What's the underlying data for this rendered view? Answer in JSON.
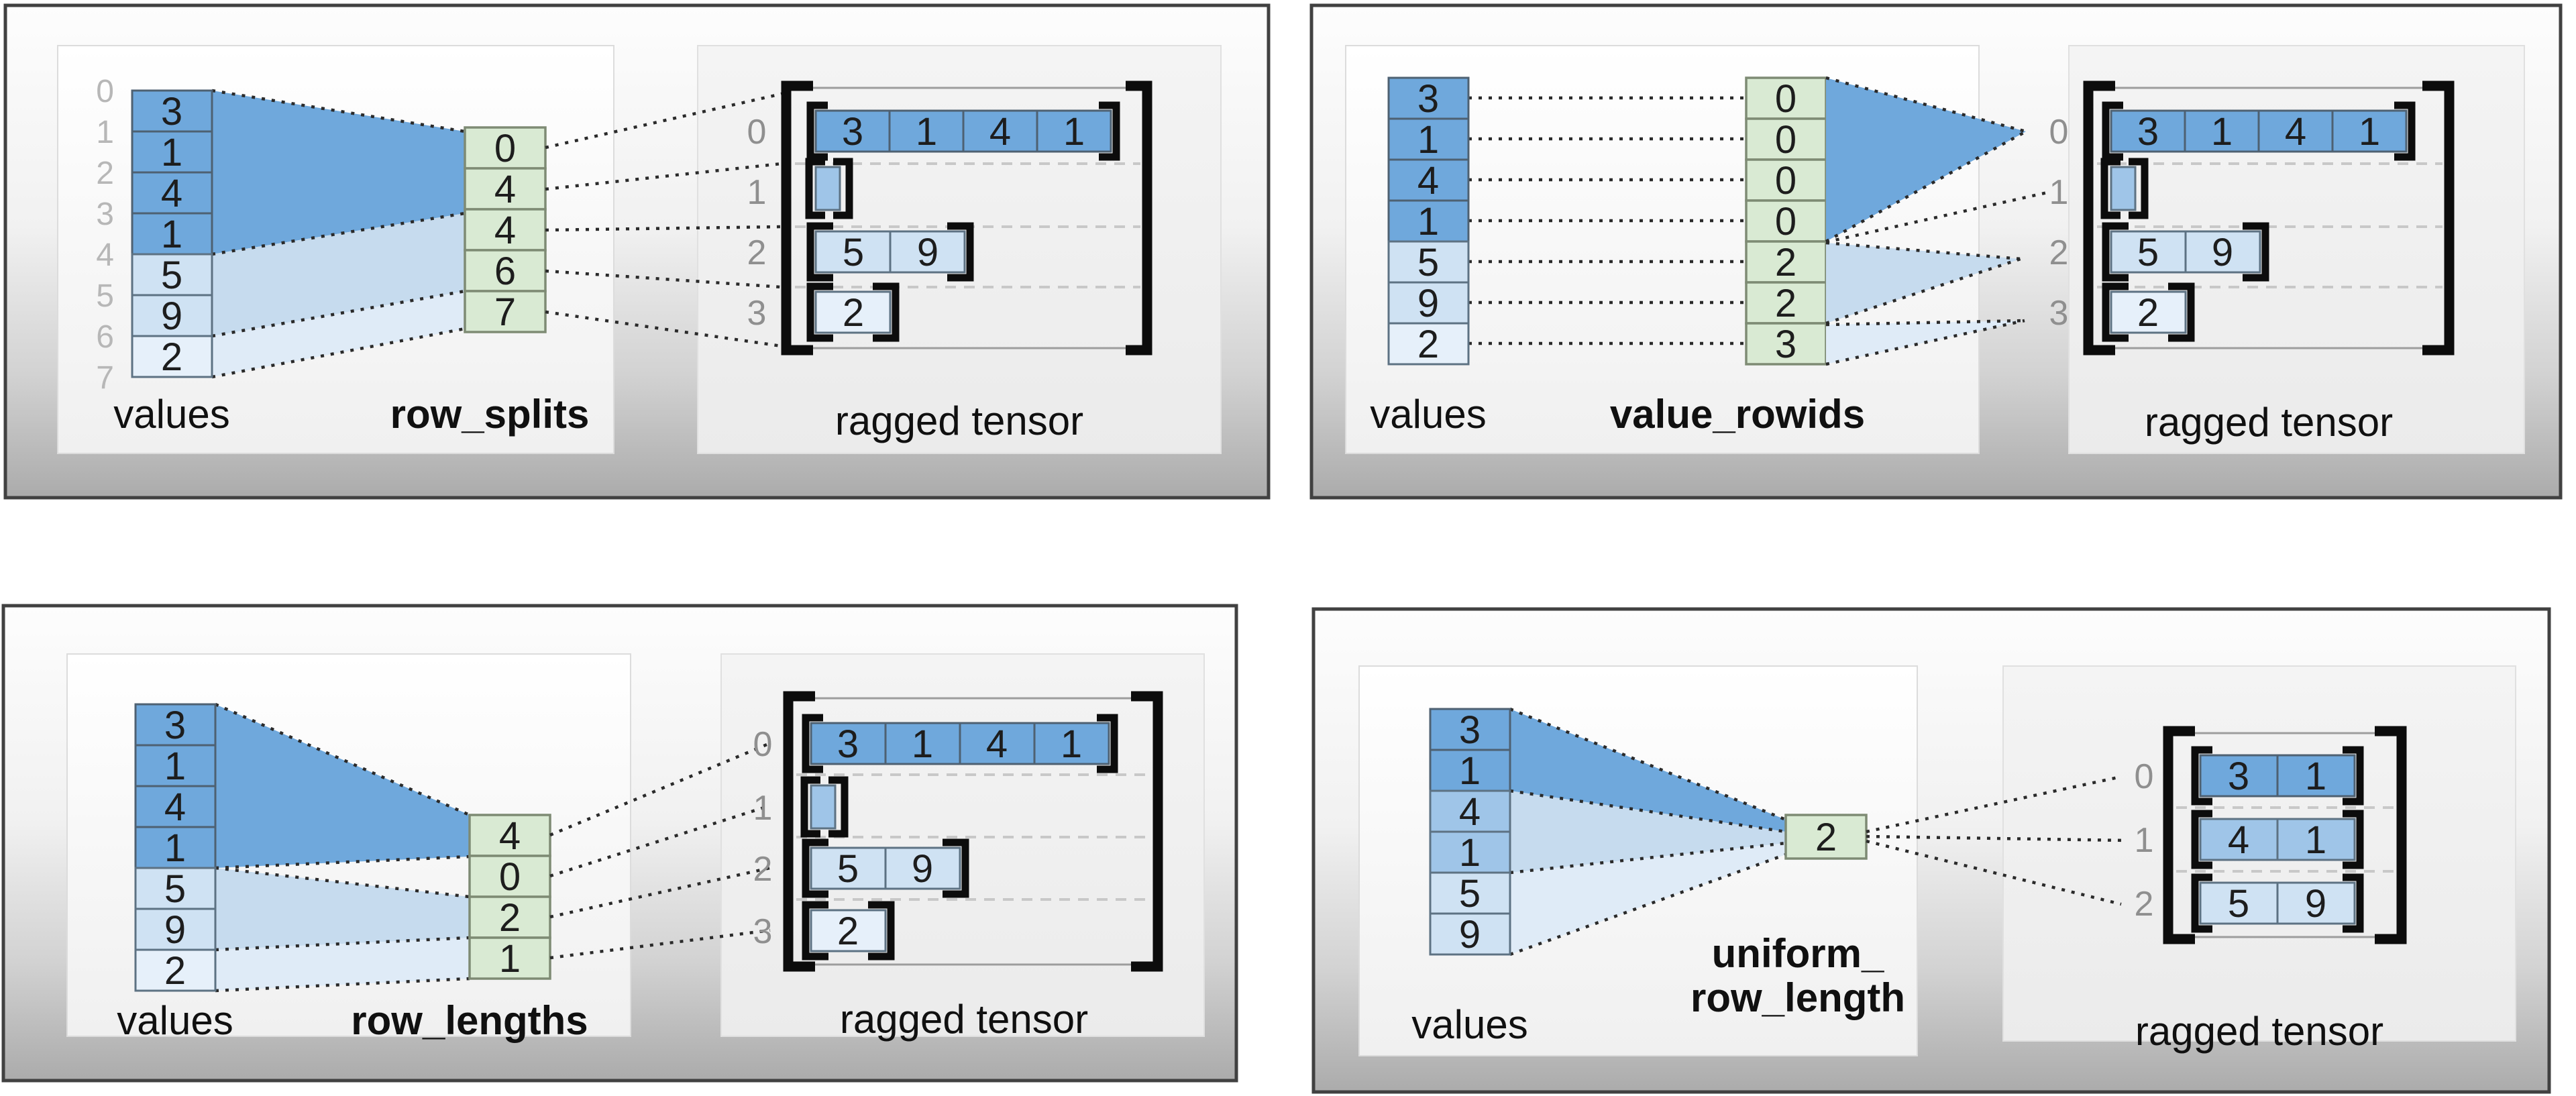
{
  "colors": {
    "cell_blue_dark": "#6fa8dc",
    "cell_blue_mid": "#9fc5e8",
    "cell_blue_light": "#cfe2f3",
    "cell_blue_xlight": "#e6f0fa",
    "cell_green": "#d9ead3",
    "funnel_dark": "#6fa8dc",
    "funnel_mid": "#c6dbee",
    "funnel_light": "#dfebf7",
    "index_gray": "#b7b7b7",
    "row_index_gray": "#8f8f8f",
    "text": "#1d1d1d"
  },
  "panels": [
    {
      "name": "row_splits",
      "values_label": "values",
      "key_label": "row_splits",
      "tensor_label": "ragged tensor",
      "value_indices": [
        "0",
        "1",
        "2",
        "3",
        "4",
        "5",
        "6",
        "7"
      ],
      "values": [
        "3",
        "1",
        "4",
        "1",
        "5",
        "9",
        "2"
      ],
      "keys": [
        "0",
        "4",
        "4",
        "6",
        "7"
      ],
      "tensor_row_indices": [
        "0",
        "1",
        "2",
        "3"
      ],
      "tensor_rows": [
        [
          "3",
          "1",
          "4",
          "1"
        ],
        [],
        [
          "5",
          "9"
        ],
        [
          "2"
        ]
      ]
    },
    {
      "name": "value_rowids",
      "values_label": "values",
      "key_label": "value_rowids",
      "tensor_label": "ragged tensor",
      "values": [
        "3",
        "1",
        "4",
        "1",
        "5",
        "9",
        "2"
      ],
      "keys": [
        "0",
        "0",
        "0",
        "0",
        "2",
        "2",
        "3"
      ],
      "tensor_row_indices": [
        "0",
        "1",
        "2",
        "3"
      ],
      "tensor_rows": [
        [
          "3",
          "1",
          "4",
          "1"
        ],
        [],
        [
          "5",
          "9"
        ],
        [
          "2"
        ]
      ]
    },
    {
      "name": "row_lengths",
      "values_label": "values",
      "key_label": "row_lengths",
      "tensor_label": "ragged tensor",
      "values": [
        "3",
        "1",
        "4",
        "1",
        "5",
        "9",
        "2"
      ],
      "keys": [
        "4",
        "0",
        "2",
        "1"
      ],
      "tensor_row_indices": [
        "0",
        "1",
        "2",
        "3"
      ],
      "tensor_rows": [
        [
          "3",
          "1",
          "4",
          "1"
        ],
        [],
        [
          "5",
          "9"
        ],
        [
          "2"
        ]
      ]
    },
    {
      "name": "uniform_row_length",
      "values_label": "values",
      "key_label_lines": [
        "uniform_",
        "row_length"
      ],
      "tensor_label": "ragged tensor",
      "values": [
        "3",
        "1",
        "4",
        "1",
        "5",
        "9"
      ],
      "keys": [
        "2"
      ],
      "tensor_row_indices": [
        "0",
        "1",
        "2"
      ],
      "tensor_rows": [
        [
          "3",
          "1"
        ],
        [
          "4",
          "1"
        ],
        [
          "5",
          "9"
        ]
      ]
    }
  ]
}
